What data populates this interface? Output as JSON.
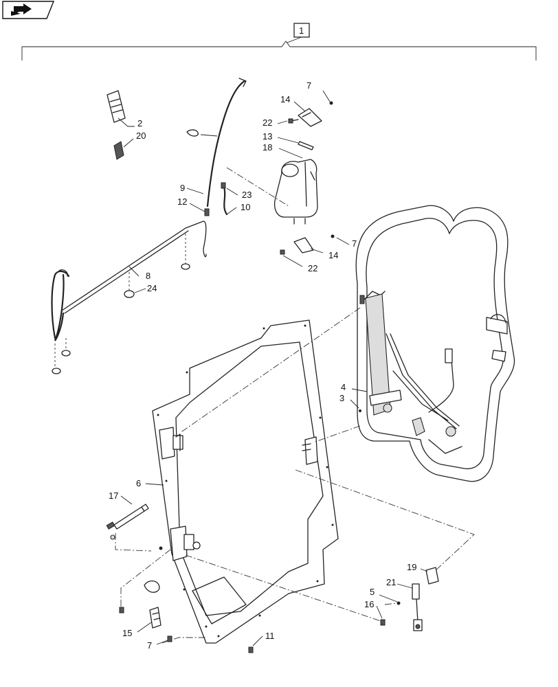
{
  "nav": {
    "icon": "right-arrow-icon",
    "icon_color": "#111111"
  },
  "assembly": {
    "label": "1"
  },
  "callouts": {
    "c2": "2",
    "c20": "20",
    "c7a": "7",
    "c14a": "14",
    "c22a": "22",
    "c13": "13",
    "c18": "18",
    "c9": "9",
    "c23": "23",
    "c12": "12",
    "c10": "10",
    "c7b": "7",
    "c14b": "14",
    "c22b": "22",
    "c8": "8",
    "c24": "24",
    "c4": "4",
    "c3": "3",
    "c6": "6",
    "c17": "17",
    "c19": "19",
    "c21": "21",
    "c5": "5",
    "c16": "16",
    "c15": "15",
    "c7c": "7",
    "c11": "11"
  }
}
